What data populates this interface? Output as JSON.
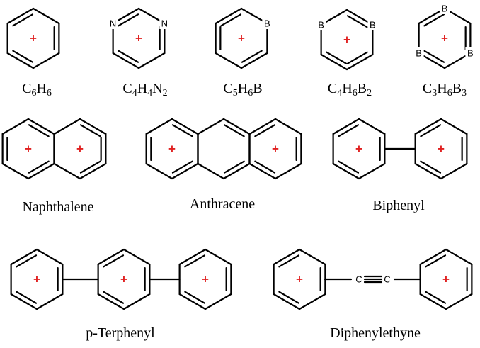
{
  "center_mark": "+",
  "colors": {
    "bond": "#000000",
    "center_mark": "#e02020",
    "background": "#ffffff"
  },
  "molecules": [
    {
      "id": "benzene",
      "formula_parts": [
        [
          "C",
          "6"
        ],
        [
          "H",
          "6"
        ]
      ],
      "atoms": []
    },
    {
      "id": "pyrazine",
      "formula_parts": [
        [
          "C",
          "4"
        ],
        [
          "H",
          "4"
        ],
        [
          "N",
          "2"
        ]
      ],
      "atoms": [
        "N",
        "N"
      ]
    },
    {
      "id": "borabenzene",
      "formula_parts": [
        [
          "C",
          "5"
        ],
        [
          "H",
          "6"
        ],
        [
          "B",
          ""
        ]
      ],
      "atoms": [
        "B"
      ]
    },
    {
      "id": "diborabenzene",
      "formula_parts": [
        [
          "C",
          "4"
        ],
        [
          "H",
          "6"
        ],
        [
          "B",
          "2"
        ]
      ],
      "atoms": [
        "B",
        "B"
      ]
    },
    {
      "id": "triborabenzene",
      "formula_parts": [
        [
          "C",
          "3"
        ],
        [
          "H",
          "6"
        ],
        [
          "B",
          "3"
        ]
      ],
      "atoms": [
        "B",
        "B",
        "B"
      ]
    },
    {
      "id": "naphthalene",
      "name": "Naphthalene"
    },
    {
      "id": "anthracene",
      "name": "Anthracene"
    },
    {
      "id": "biphenyl",
      "name": "Biphenyl"
    },
    {
      "id": "p-terphenyl",
      "name": "p-Terphenyl"
    },
    {
      "id": "diphenylethyne",
      "name": "Diphenylethyne",
      "atoms": [
        "C",
        "C"
      ]
    }
  ]
}
